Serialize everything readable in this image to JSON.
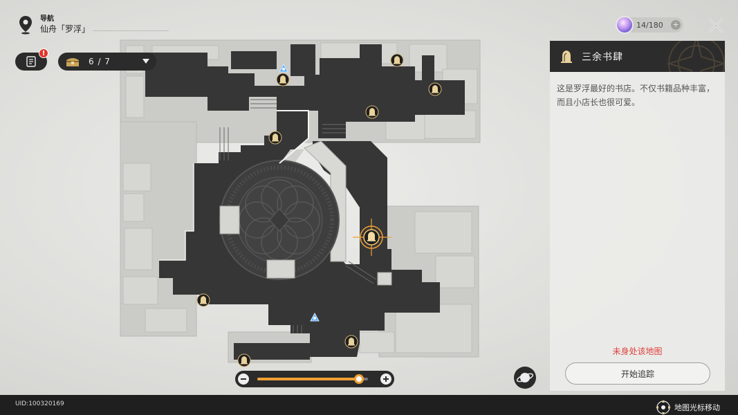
{
  "nav": {
    "category": "导航",
    "region": "仙舟「罗浮」"
  },
  "journal": {
    "badge": "!"
  },
  "chests": {
    "count": "6 / 7"
  },
  "stamina": {
    "value": "14/180",
    "plus": "+"
  },
  "panel": {
    "title": "三余书肆",
    "description": "这是罗浮最好的书店。不仅书籍品种丰富，而且小店长也很可爱。",
    "status": "未身处该地图",
    "track_button": "开始追踪"
  },
  "zoom": {
    "level": 0.92
  },
  "footer": {
    "uid": "UID:100320169",
    "hint": "地图光标移动"
  },
  "colors": {
    "accent": "#f0a035",
    "warning": "#e0413a",
    "dark": "#2b2b2b",
    "teleport": "#3a8ef0"
  }
}
